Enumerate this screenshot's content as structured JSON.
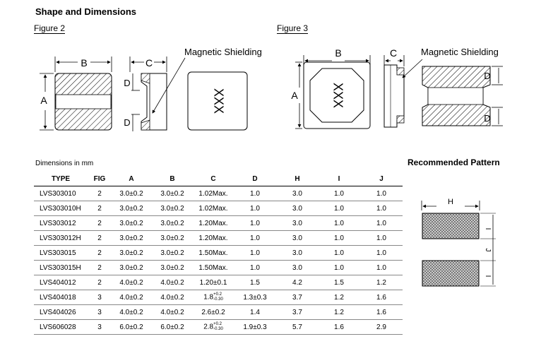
{
  "title": "Shape and Dimensions",
  "figures": {
    "fig2": {
      "label": "Figure 2",
      "dim_b": "B",
      "dim_a": "A",
      "dim_c": "C",
      "dim_d_top": "D",
      "dim_d_bottom": "D",
      "shielding": "Magnetic Shielding",
      "marking": "XXX"
    },
    "fig3": {
      "label": "Figure 3",
      "dim_b": "B",
      "dim_a": "A",
      "dim_c": "C",
      "dim_d_top": "D",
      "dim_d_bottom": "D",
      "shielding": "Magnetic Shielding",
      "marking": "XXX"
    }
  },
  "dimensions": {
    "caption": "Dimensions in mm",
    "headers": [
      "TYPE",
      "FIG",
      "A",
      "B",
      "C",
      "D",
      "H",
      "I",
      "J"
    ],
    "rows": [
      {
        "type": "LVS303010",
        "fig": "2",
        "a": "3.0±0.2",
        "b": "3.0±0.2",
        "c": "1.02Max.",
        "d": "1.0",
        "h": "3.0",
        "i": "1.0",
        "j": "1.0"
      },
      {
        "type": "LVS303010H",
        "fig": "2",
        "a": "3.0±0.2",
        "b": "3.0±0.2",
        "c": "1.02Max.",
        "d": "1.0",
        "h": "3.0",
        "i": "1.0",
        "j": "1.0"
      },
      {
        "type": "LVS303012",
        "fig": "2",
        "a": "3.0±0.2",
        "b": "3.0±0.2",
        "c": "1.20Max.",
        "d": "1.0",
        "h": "3.0",
        "i": "1.0",
        "j": "1.0"
      },
      {
        "type": "LVS303012H",
        "fig": "2",
        "a": "3.0±0.2",
        "b": "3.0±0.2",
        "c": "1.20Max.",
        "d": "1.0",
        "h": "3.0",
        "i": "1.0",
        "j": "1.0"
      },
      {
        "type": "LVS303015",
        "fig": "2",
        "a": "3.0±0.2",
        "b": "3.0±0.2",
        "c": "1.50Max.",
        "d": "1.0",
        "h": "3.0",
        "i": "1.0",
        "j": "1.0"
      },
      {
        "type": "LVS303015H",
        "fig": "2",
        "a": "3.0±0.2",
        "b": "3.0±0.2",
        "c": "1.50Max.",
        "d": "1.0",
        "h": "3.0",
        "i": "1.0",
        "j": "1.0"
      },
      {
        "type": "LVS404012",
        "fig": "2",
        "a": "4.0±0.2",
        "b": "4.0±0.2",
        "c": "1.20±0.1",
        "d": "1.5",
        "h": "4.2",
        "i": "1.5",
        "j": "1.2"
      },
      {
        "type": "LVS404018",
        "fig": "3",
        "a": "4.0±0.2",
        "b": "4.0±0.2",
        "c": "1.8",
        "c_plus": "+0.2",
        "c_minus": "-0.30",
        "d": "1.3±0.3",
        "h": "3.7",
        "i": "1.2",
        "j": "1.6"
      },
      {
        "type": "LVS404026",
        "fig": "3",
        "a": "4.0±0.2",
        "b": "4.0±0.2",
        "c": "2.6±0.2",
        "d": "1.4",
        "h": "3.7",
        "i": "1.2",
        "j": "1.6"
      },
      {
        "type": "LVS606028",
        "fig": "3",
        "a": "6.0±0.2",
        "b": "6.0±0.2",
        "c": "2.8",
        "c_plus": "+0.2",
        "c_minus": "-0.30",
        "d": "1.9±0.3",
        "h": "5.7",
        "i": "1.6",
        "j": "2.9"
      }
    ]
  },
  "pattern": {
    "title": "Recommended Pattern",
    "dim_h": "H",
    "dim_i_top": "I",
    "dim_j": "J",
    "dim_i_bottom": "I"
  }
}
